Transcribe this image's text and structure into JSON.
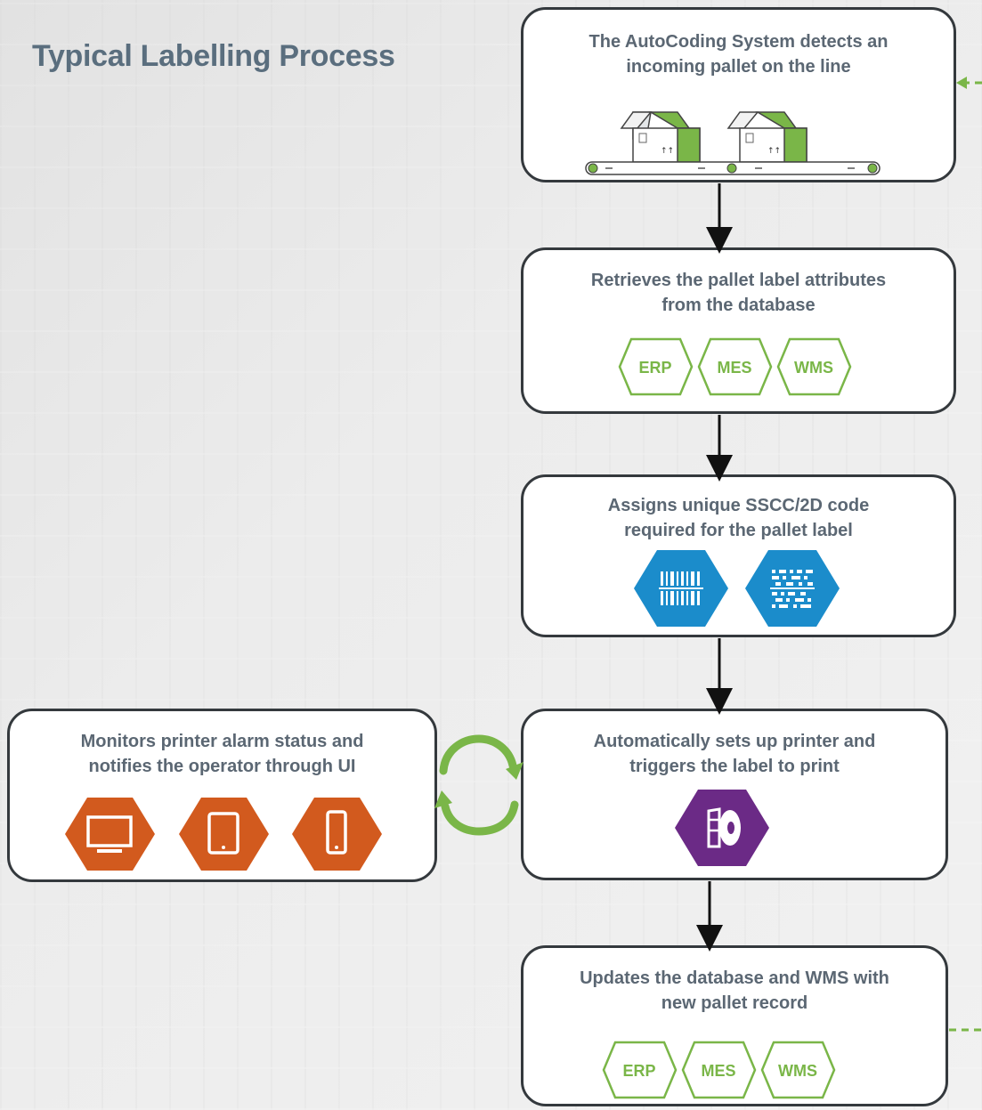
{
  "title": "Typical Labelling Process",
  "steps": {
    "detect": {
      "line1": "The AutoCoding System detects an",
      "line2": "incoming pallet on the line"
    },
    "retrieve": {
      "line1": "Retrieves the pallet label attributes",
      "line2": "from the database",
      "tags": [
        "ERP",
        "MES",
        "WMS"
      ]
    },
    "assign": {
      "line1": "Assigns unique SSCC/2D code",
      "line2": "required for the pallet label"
    },
    "print": {
      "line1": "Automatically sets up printer and",
      "line2": "triggers the label to print"
    },
    "monitor": {
      "line1": "Monitors printer alarm status and",
      "line2": "notifies the operator through UI"
    },
    "update": {
      "line1": "Updates the database and WMS with",
      "line2": "new pallet record",
      "tags": [
        "ERP",
        "MES",
        "WMS"
      ]
    }
  },
  "colors": {
    "green": "#7ab648",
    "blue": "#1b8ccb",
    "purple": "#6b2a86",
    "orange": "#d25a1e",
    "border": "#34393d",
    "text": "#5b6773"
  },
  "icons": {
    "detect": "conveyor-boxes-icon",
    "assign": [
      "barcode-icon",
      "datamatrix-icon"
    ],
    "print": "label-roll-icon",
    "monitor": [
      "monitor-icon",
      "tablet-icon",
      "phone-icon"
    ],
    "cycle": "sync-arrows-icon"
  }
}
